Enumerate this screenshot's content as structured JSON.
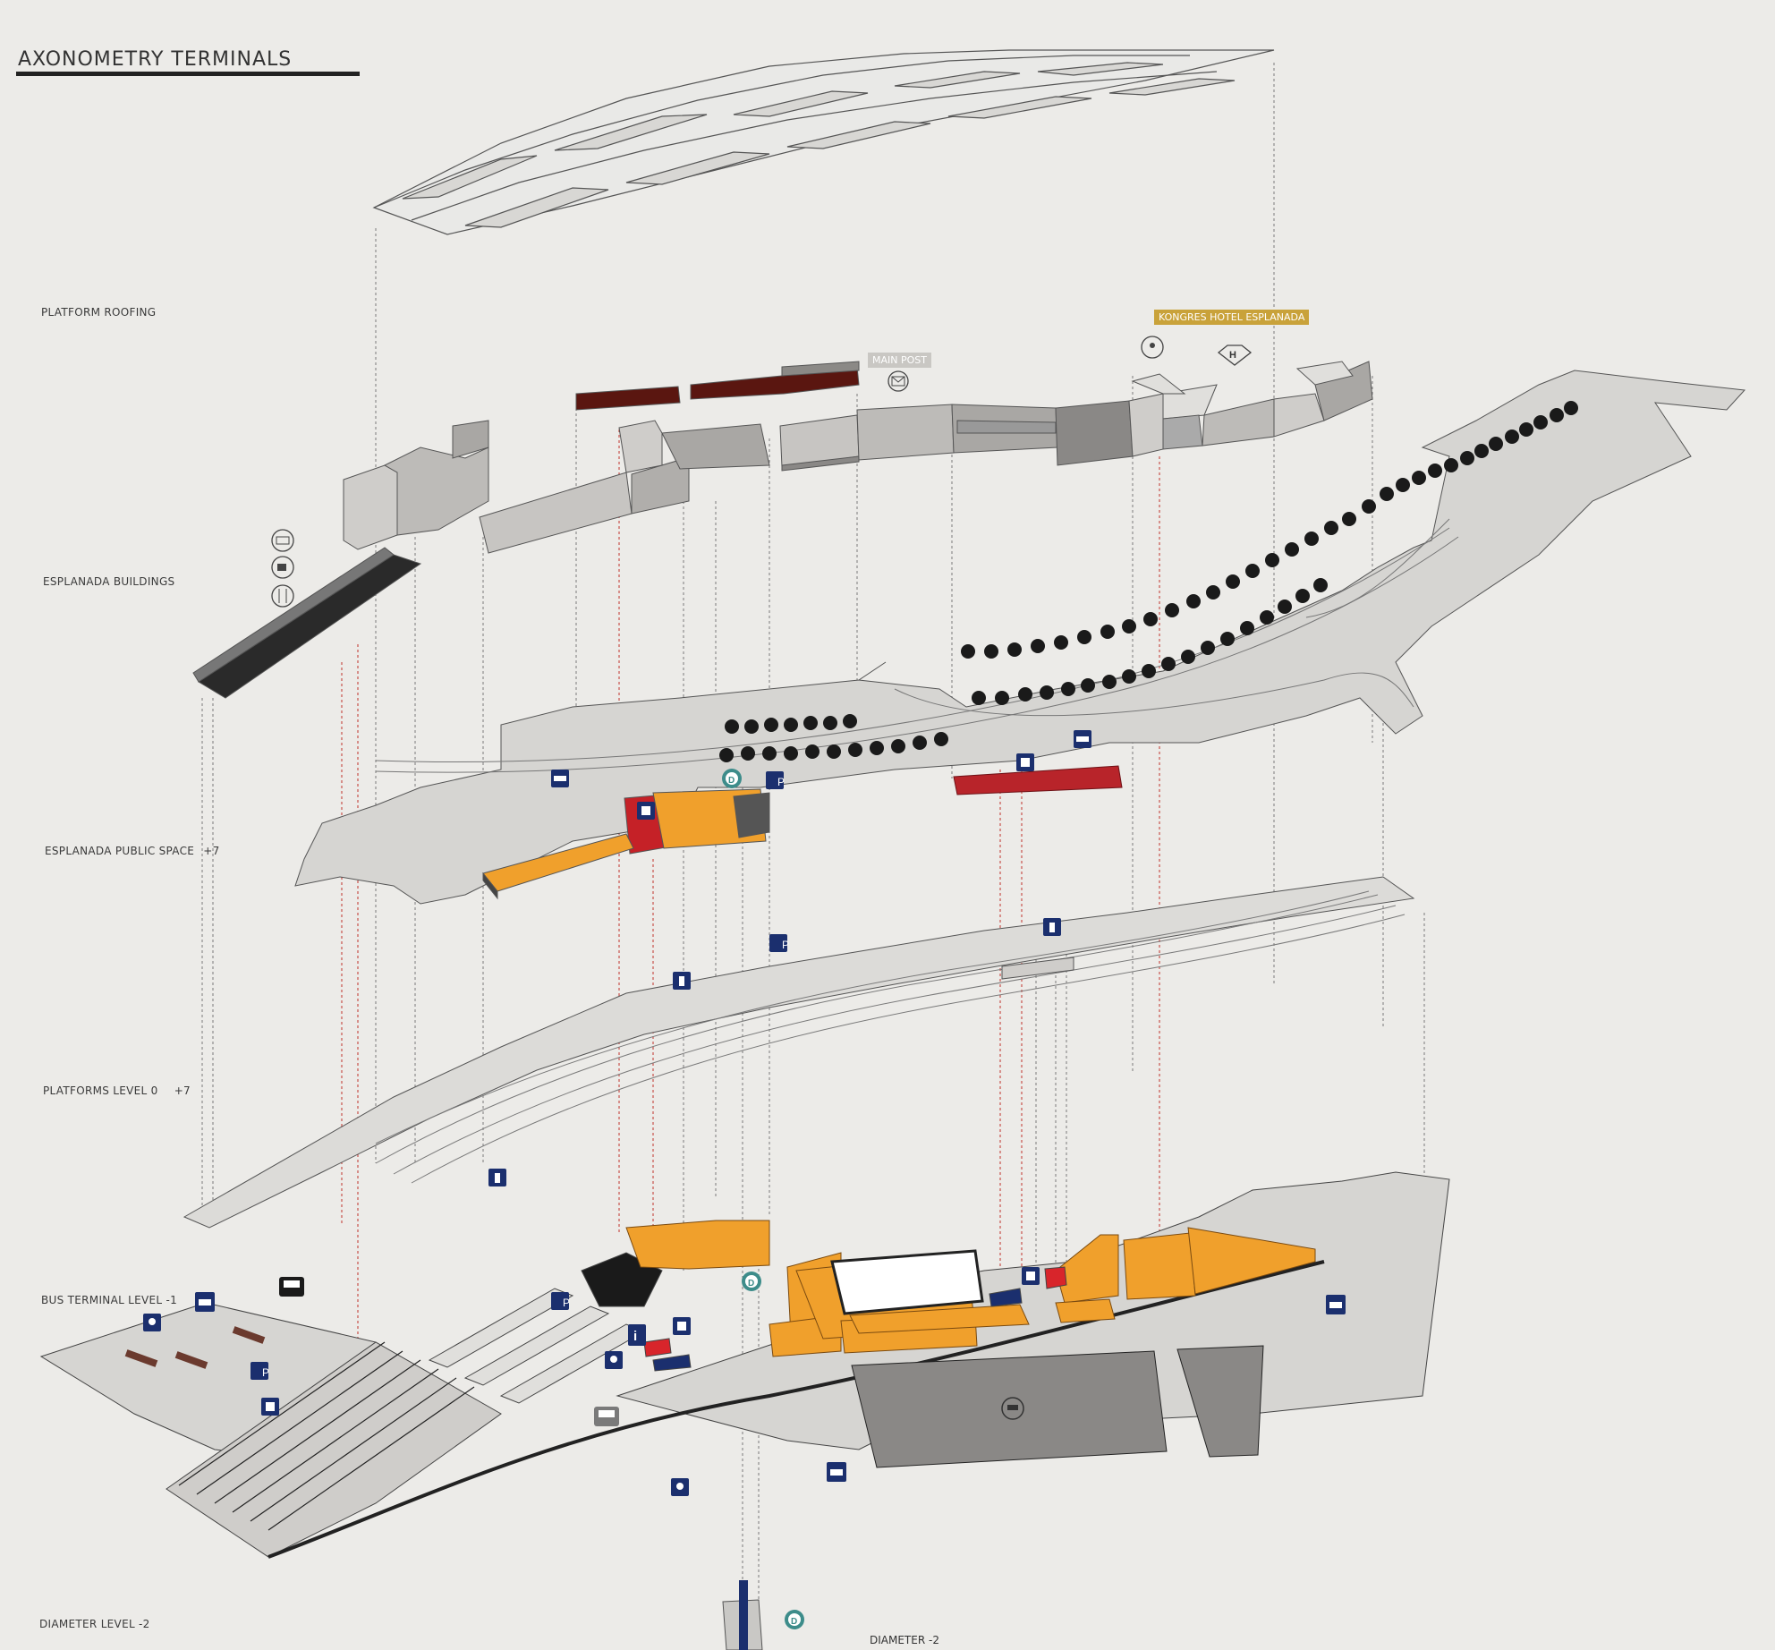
{
  "title": "AXONOMETRY TERMINALS",
  "layers": {
    "platform_roofing": "PLATFORM ROOFING",
    "esplanada_buildings": "ESPLANADA BUILDINGS",
    "esplanada_public_space": "ESPLANADA PUBLIC SPACE",
    "esplanada_public_space_level": "+7",
    "platforms_level_0": "PLATFORMS LEVEL 0",
    "platforms_level_0_level": "+7",
    "bus_terminal": "BUS TERMINAL LEVEL -1",
    "diameter_level": "DIAMETER LEVEL -2"
  },
  "tags": {
    "hotel": "KONGRES HOTEL ESPLANADA",
    "main_post": "MAIN POST",
    "diameter": "DIAMETER -2"
  },
  "icons": {
    "hotel_marker": "H",
    "diameter_marker": "D",
    "info_marker": "i",
    "parking_marker": "P"
  },
  "colors": {
    "orange": "#f0a02c",
    "red": "#d8252b",
    "navy": "#1b2f6e",
    "dark_red": "#5a1610",
    "teal": "#3d8c8a",
    "gold": "#c9a23a",
    "grey_fill": "#d6d5d2",
    "building": "#bdbbb8",
    "guide_red": "#c0302a"
  }
}
